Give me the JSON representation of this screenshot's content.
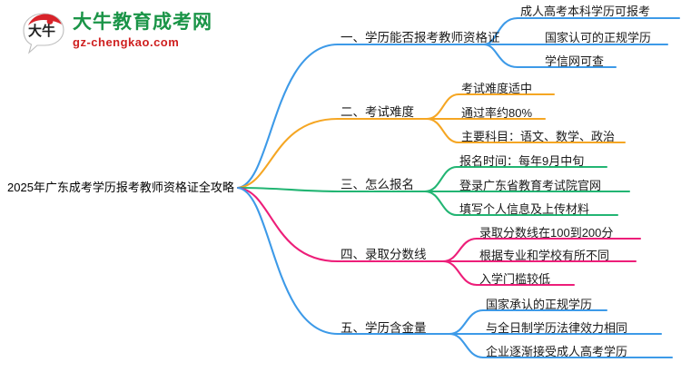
{
  "logo": {
    "mark_text": "大牛",
    "title": "大牛教育成考网",
    "subtitle": "gz-chengkao.com",
    "title_color": "#1a9447",
    "subtitle_color": "#cf2020",
    "mark_arc_color": "#d8232a"
  },
  "mindmap": {
    "root": {
      "label": "2025年广东成考学历报考教师资格证全攻略"
    },
    "branches": [
      {
        "index": "1",
        "label": "一、学历能否报考教师资格证",
        "color": "#3d9ae8",
        "leaves": [
          "成人高考本科学历可报考",
          "国家认可的正规学历",
          "学信网可查"
        ]
      },
      {
        "index": "2",
        "label": "二、考试难度",
        "color": "#f5a623",
        "leaves": [
          "考试难度适中",
          "通过率约80%",
          "主要科目：语文、数学、政治"
        ]
      },
      {
        "index": "3",
        "label": "三、怎么报名",
        "color": "#22b573",
        "leaves": [
          "报名时间：每年9月中旬",
          "登录广东省教育考试院官网",
          "填写个人信息及上传材料"
        ]
      },
      {
        "index": "4",
        "label": "四、录取分数线",
        "color": "#ed1e79",
        "leaves": [
          "录取分数线在100到200分",
          "根据专业和学校有所不同",
          "入学门槛较低"
        ]
      },
      {
        "index": "5",
        "label": "五、学历含金量",
        "color": "#3d9ae8",
        "leaves": [
          "国家承认的正规学历",
          "与全日制学历法律效力相同",
          "企业逐渐接受成人高考学历"
        ]
      }
    ]
  }
}
